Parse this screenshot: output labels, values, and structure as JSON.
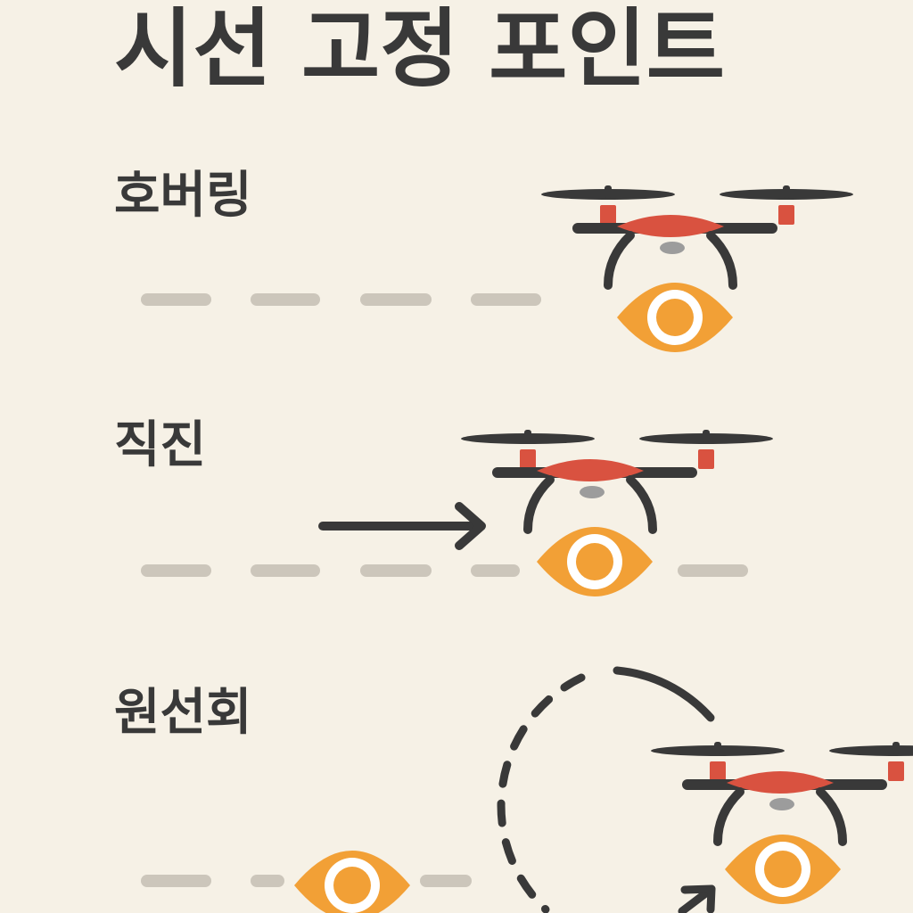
{
  "title": "시선 고정 포인트",
  "sections": [
    {
      "label": "호버링"
    },
    {
      "label": "직진"
    },
    {
      "label": "원선회"
    }
  ],
  "colors": {
    "background": "#f6f1e6",
    "text": "#393939",
    "drone_body": "#d95240",
    "drone_frame": "#393939",
    "eye": "#f2a036",
    "eye_ring": "#ffffff",
    "dash_line": "#ccc6bb",
    "arrow": "#393939"
  },
  "icons": [
    "drone-icon",
    "eye-icon",
    "arrow-right-icon",
    "circular-path-icon"
  ]
}
